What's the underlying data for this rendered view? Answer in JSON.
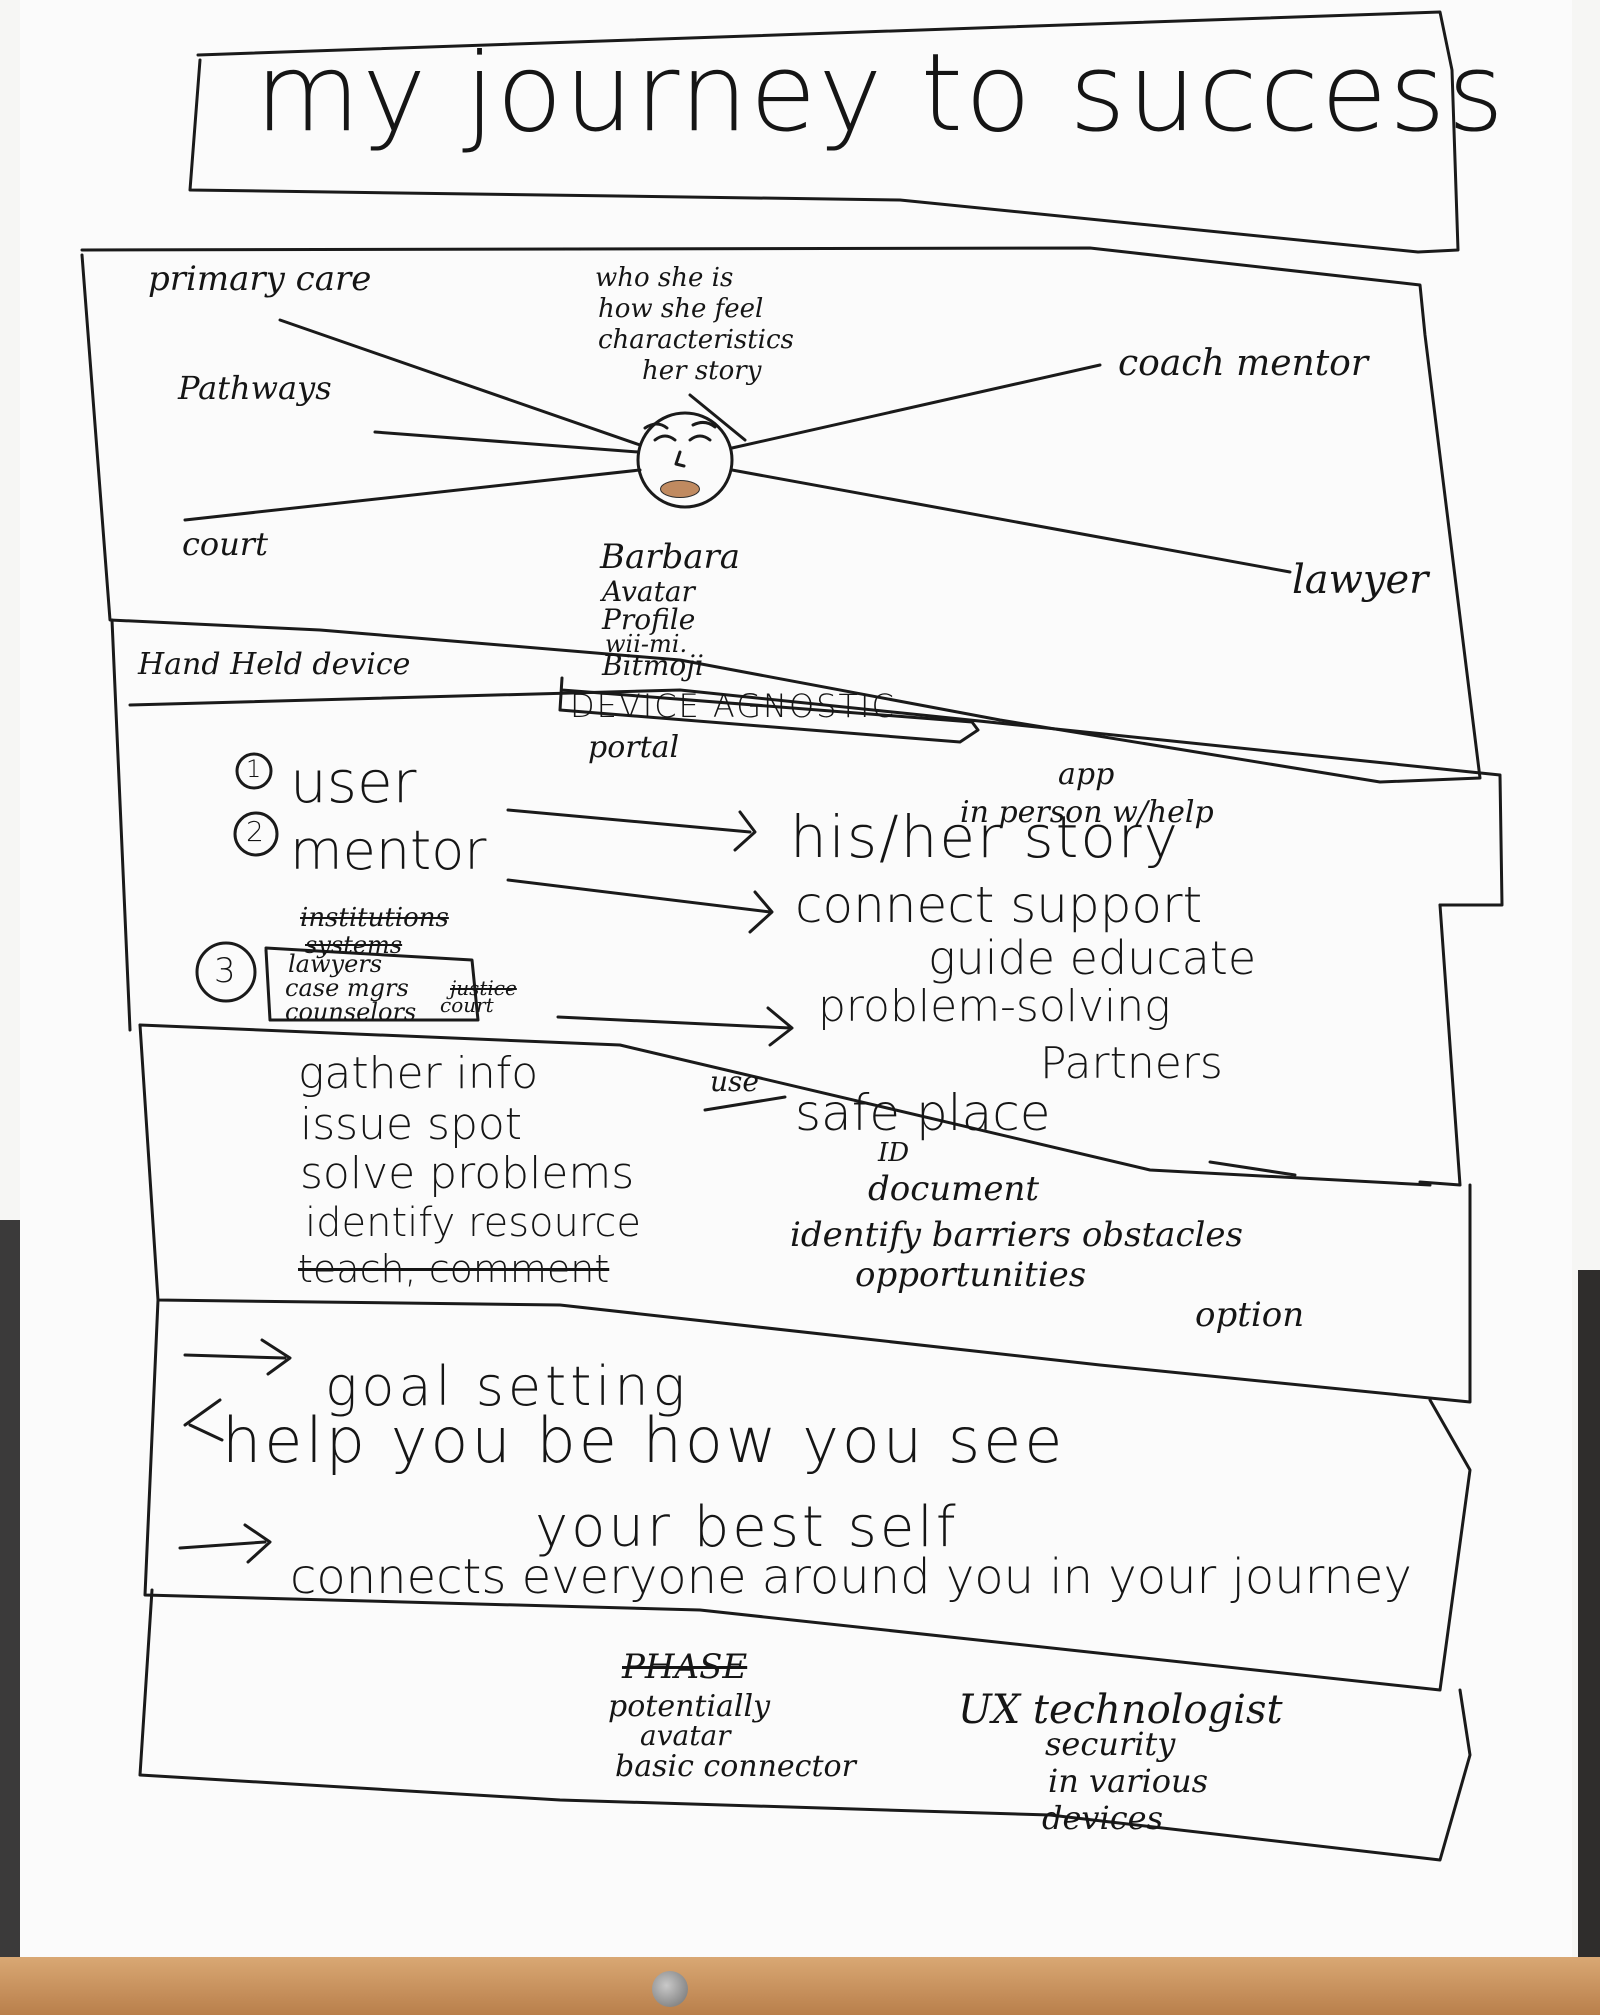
{
  "title": "my journey to success",
  "hub": {
    "top_notes": [
      "who she is",
      "how she feel",
      "characteristics",
      "her story"
    ],
    "left": [
      "primary care",
      "Pathways",
      "court"
    ],
    "right": [
      "coach mentor",
      "lawyer"
    ],
    "bottom_notes": [
      "Barbara",
      "Avatar",
      "Profile",
      "wii-mi.",
      "Bitmoji"
    ]
  },
  "device": {
    "hand_held": "Hand Held device",
    "agnostic": "DEVICE AGNOSTIC",
    "portal": "portal",
    "app": "app",
    "in_person": "in person w/help"
  },
  "roles": [
    {
      "num": "1",
      "label": "user",
      "arrow_to": "his/her story"
    },
    {
      "num": "2",
      "label": "mentor",
      "arrow_to": "connect support",
      "extra": "guide educate"
    },
    {
      "num": "3",
      "struck": [
        "institutions",
        "systems"
      ],
      "list": [
        "lawyers",
        "case mgrs",
        "counselors"
      ],
      "struck_aside": "justice",
      "aside": "court",
      "arrow_to": "problem-solving",
      "extra": "Partners"
    }
  ],
  "actions": {
    "left": [
      "gather info",
      "issue spot",
      "solve problems",
      "identify resource",
      "teach, comment"
    ],
    "use": "use",
    "right": [
      "safe place",
      "ID",
      "document",
      "identify barriers obstacles",
      "opportunities",
      "option"
    ]
  },
  "goals": [
    "goal setting",
    "help you be how you see",
    "your best self",
    "connects everyone around you in your journey"
  ],
  "phase": {
    "label": "PHASE",
    "left": [
      "potentially",
      "avatar",
      "basic connector"
    ],
    "right": [
      "UX technologist",
      "security",
      "in various",
      "devices"
    ]
  }
}
